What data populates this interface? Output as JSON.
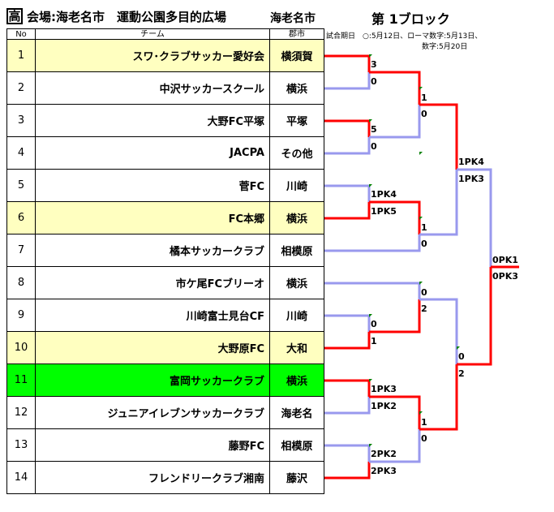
{
  "header": {
    "badge": "高",
    "venue": "会場:海老名市　運動公園多目的広場",
    "city": "海老名市",
    "block": "第 1ブロック"
  },
  "notes": {
    "line1": "試合期日　○:5月12日、ローマ数字:5月13日、",
    "line2": "数字:5月20日"
  },
  "columns": {
    "no": "No",
    "team": "チーム",
    "city": "郡市"
  },
  "teams": [
    {
      "no": "1",
      "name": "スワ･クラブサッカー愛好会",
      "city": "横須賀",
      "highlight": "yellow"
    },
    {
      "no": "2",
      "name": "中沢サッカースクール",
      "city": "横浜",
      "highlight": "none"
    },
    {
      "no": "3",
      "name": "大野FC平塚",
      "city": "平塚",
      "highlight": "none"
    },
    {
      "no": "4",
      "name": "JACPA",
      "city": "その他",
      "highlight": "none"
    },
    {
      "no": "5",
      "name": "菅FC",
      "city": "川崎",
      "highlight": "none"
    },
    {
      "no": "6",
      "name": "FC本郷",
      "city": "横浜",
      "highlight": "yellow"
    },
    {
      "no": "7",
      "name": "橘本サッカークラブ",
      "city": "相模原",
      "highlight": "none"
    },
    {
      "no": "8",
      "name": "市ケ尾FCブリーオ",
      "city": "横浜",
      "highlight": "none"
    },
    {
      "no": "9",
      "name": "川崎富士見台CF",
      "city": "川崎",
      "highlight": "none"
    },
    {
      "no": "10",
      "name": "大野原FC",
      "city": "大和",
      "highlight": "yellow"
    },
    {
      "no": "11",
      "name": "富岡サッカークラブ",
      "city": "横浜",
      "highlight": "green"
    },
    {
      "no": "12",
      "name": "ジュニアイレブンサッカークラブ",
      "city": "海老名",
      "highlight": "none"
    },
    {
      "no": "13",
      "name": "藤野FC",
      "city": "相模原",
      "highlight": "none"
    },
    {
      "no": "14",
      "name": "フレンドリークラブ湘南",
      "city": "藤沢",
      "highlight": "none"
    }
  ],
  "scores": {
    "m1_top": "3",
    "m1_bot": "0",
    "m2_top": "5",
    "m2_bot": "0",
    "m3_top": "1PK4",
    "m3_bot": "1PK5",
    "m4_top": "0",
    "m4_bot": "1",
    "m5_top": "1PK3",
    "m5_bot": "1PK2",
    "m6_top": "2PK2",
    "m6_bot": "2PK3",
    "r2a_top": "1",
    "r2a_bot": "0",
    "r2b_top": "1",
    "r2b_bot": "0",
    "r2c_top": "0",
    "r2c_bot": "2",
    "r2d_top": "1",
    "r2d_bot": "0",
    "r3a_top": "1PK4",
    "r3a_bot": "1PK3",
    "r3b_top": "0",
    "r3b_bot": "2",
    "final_top": "0PK1",
    "final_bot": "0PK3"
  },
  "colors": {
    "win": "#ff0000",
    "lose": "#9999ee",
    "flag": "#008000",
    "yellow": "#ffffc0",
    "green": "#00ff00"
  }
}
